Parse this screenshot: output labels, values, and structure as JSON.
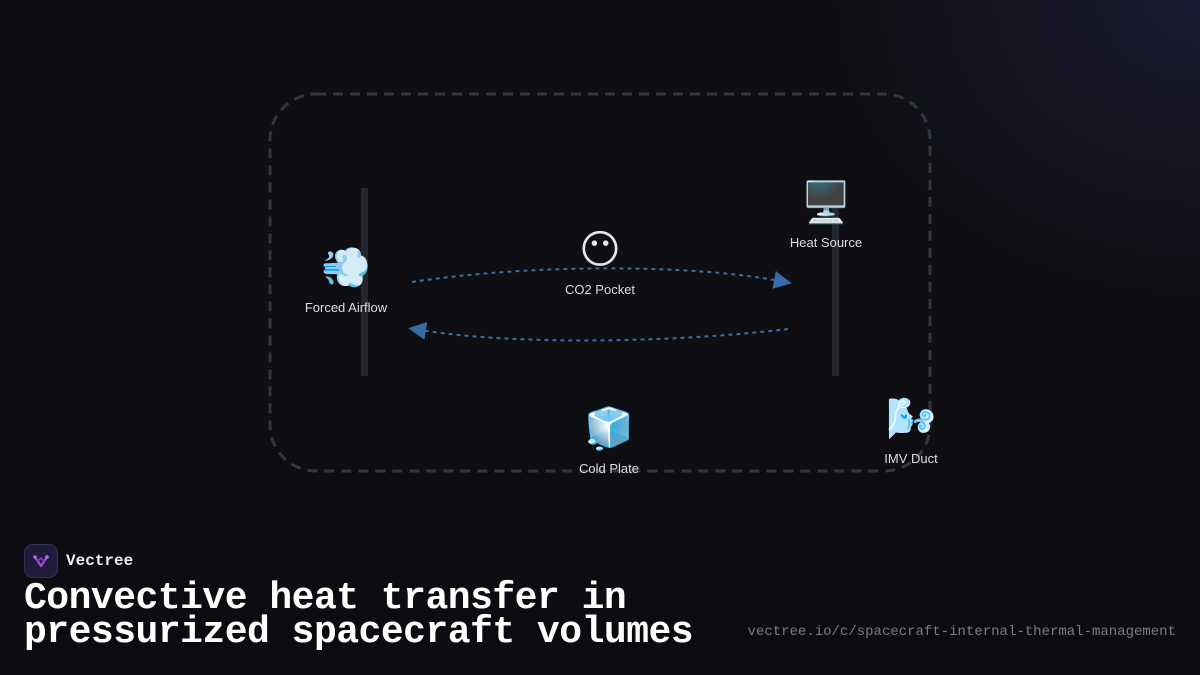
{
  "diagram": {
    "nodes": [
      {
        "id": "forced-airflow",
        "label": "Forced Airflow",
        "icon": "dash-wind-icon",
        "glyph": "💨"
      },
      {
        "id": "co2-pocket",
        "label": "CO2 Pocket",
        "icon": "sad-face-burst-icon",
        "glyph": "😶"
      },
      {
        "id": "heat-source",
        "label": "Heat Source",
        "icon": "desktop-computer-icon",
        "glyph": "🖥️"
      },
      {
        "id": "cold-plate",
        "label": "Cold Plate",
        "icon": "ice-cube-icon",
        "glyph": "🧊"
      },
      {
        "id": "imv-duct",
        "label": "IMV Duct",
        "icon": "wind-face-icon",
        "glyph": "🌬️"
      }
    ],
    "colors": {
      "background": "#0f0f13",
      "boundary": "#33363d",
      "wall": "#23262c",
      "arrow": "#3b6aa8"
    }
  },
  "brand": {
    "name": "Vectree",
    "logo_icon": "vectree-logo-icon",
    "logo_color": "#a64ad8"
  },
  "headline": "Convective heat transfer in pressurized spacecraft volumes",
  "url": "vectree.io/c/spacecraft-internal-thermal-management"
}
